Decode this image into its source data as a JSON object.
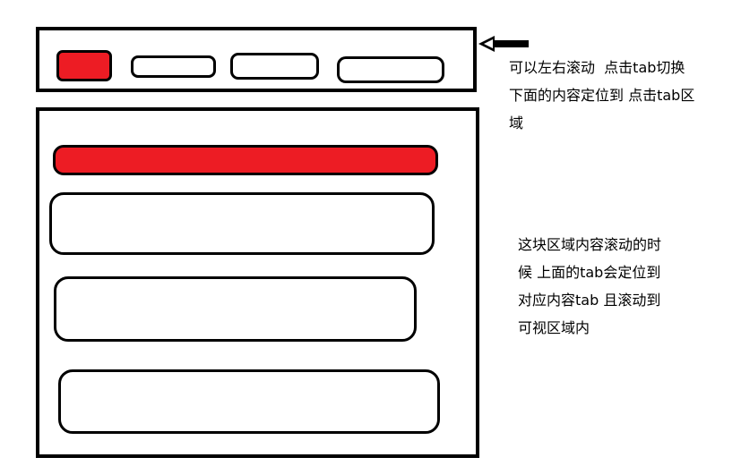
{
  "colors": {
    "active": "#ed1c24",
    "stroke": "#000000",
    "background": "#ffffff"
  },
  "tabs": [
    {
      "label": "",
      "active": true
    },
    {
      "label": "",
      "active": false
    },
    {
      "label": "",
      "active": false
    },
    {
      "label": "",
      "active": false
    }
  ],
  "content_items": [
    {
      "label": "",
      "active": true
    },
    {
      "label": "",
      "active": false
    },
    {
      "label": "",
      "active": false
    },
    {
      "label": "",
      "active": false
    }
  ],
  "annotations": {
    "tab_note": {
      "line1": "可以左右滚动  点击tab切换",
      "line2": "下面的内容定位到 点击tab区",
      "line3": "域"
    },
    "content_note": {
      "line1": "这块区域内容滚动的时",
      "line2": "候 上面的tab会定位到",
      "line3": "对应内容tab 且滚动到",
      "line4": "可视区域内"
    }
  }
}
